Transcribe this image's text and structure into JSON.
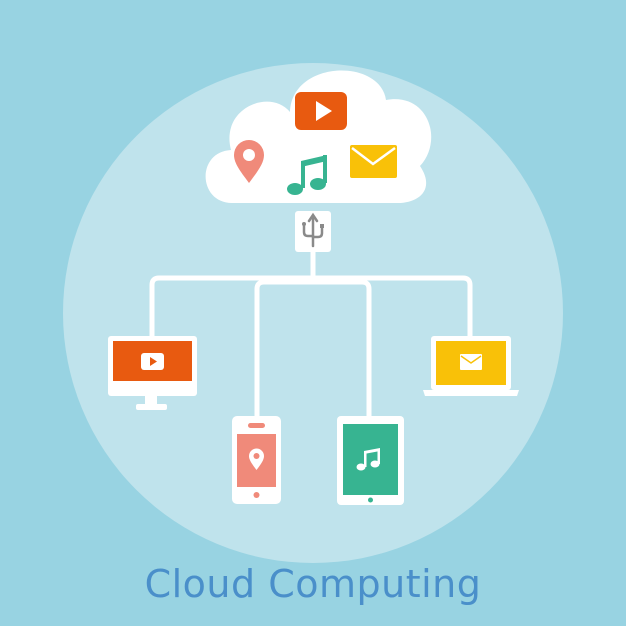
{
  "caption": "Cloud Computing",
  "colors": {
    "background": "#98d3e2",
    "circle": "#bfe3ec",
    "white": "#ffffff",
    "red_orange": "#e85a10",
    "pink": "#f08a7a",
    "green": "#37b491",
    "yellow": "#f9c108",
    "gray": "#8a8a8a",
    "caption": "#4a8fca"
  },
  "cloud": {
    "icons": [
      "video-play-icon",
      "location-pin-icon",
      "music-note-icon",
      "mail-icon"
    ]
  },
  "connector": {
    "icon": "usb-icon"
  },
  "devices": [
    {
      "type": "monitor",
      "screen_icon": "video-play-icon",
      "screen_color": "red_orange"
    },
    {
      "type": "phone",
      "screen_icon": "location-pin-icon",
      "screen_color": "pink"
    },
    {
      "type": "tablet",
      "screen_icon": "music-note-icon",
      "screen_color": "green"
    },
    {
      "type": "laptop",
      "screen_icon": "mail-icon",
      "screen_color": "yellow"
    }
  ]
}
